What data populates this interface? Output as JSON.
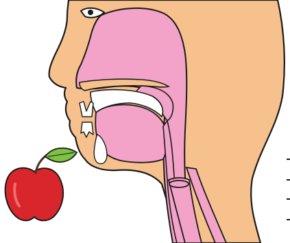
{
  "colors": {
    "background": "#ffffff",
    "skin": "#f7c18d",
    "mucosa": "#f2a3c7",
    "tooth": "#ffffff",
    "outline": "#1a1a1a",
    "apple_red": "#d8262c",
    "apple_highlight": "#f26d6d",
    "leaf_green": "#7dc242",
    "stem_brown": "#4a3220"
  },
  "diagram": {
    "subject": "head-cross-section-with-apple",
    "parts": [
      "face-profile",
      "nasal-cavity",
      "oral-cavity",
      "tongue",
      "pharynx",
      "trachea",
      "esophagus",
      "apple"
    ]
  }
}
